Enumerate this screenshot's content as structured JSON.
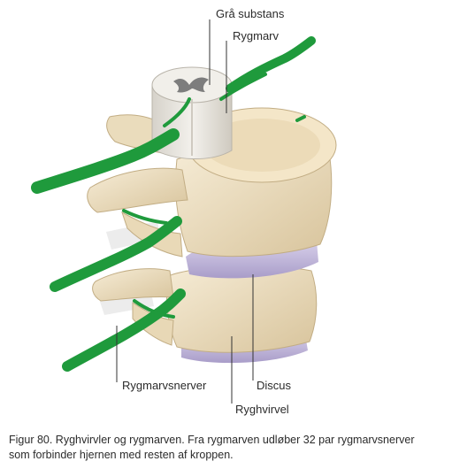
{
  "labels": {
    "gra_substans": "Grå substans",
    "rygmarv": "Rygmarv",
    "rygmarvsnerver": "Rygmarvsnerver",
    "discus": "Discus",
    "ryghvirvel": "Ryghvirvel"
  },
  "caption": {
    "line1": "Figur 80. Ryghvirvler og rygmarven. Fra rygmarven udløber 32 par rygmarvsnerver",
    "line2": "som forbinder hjernen med resten af kroppen."
  },
  "colors": {
    "bone": "#efe2c6",
    "bone_shadow": "#c9b48c",
    "disc": "#c7bde0",
    "nerve": "#1f9a3c",
    "spinal_cord": "#ebe8e2",
    "gray_matter": "#7d7d7d",
    "leader_line": "#333333"
  }
}
